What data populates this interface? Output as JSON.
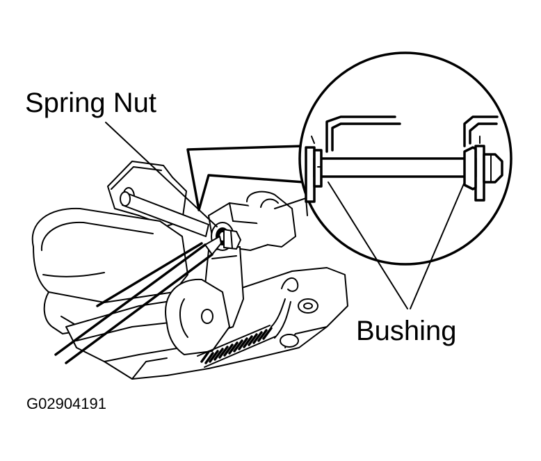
{
  "labels": {
    "spring_nut": "Spring Nut",
    "bushing": "Bushing",
    "figure_code": "G02904191"
  },
  "colors": {
    "ink": "#000000",
    "background": "#ffffff"
  }
}
